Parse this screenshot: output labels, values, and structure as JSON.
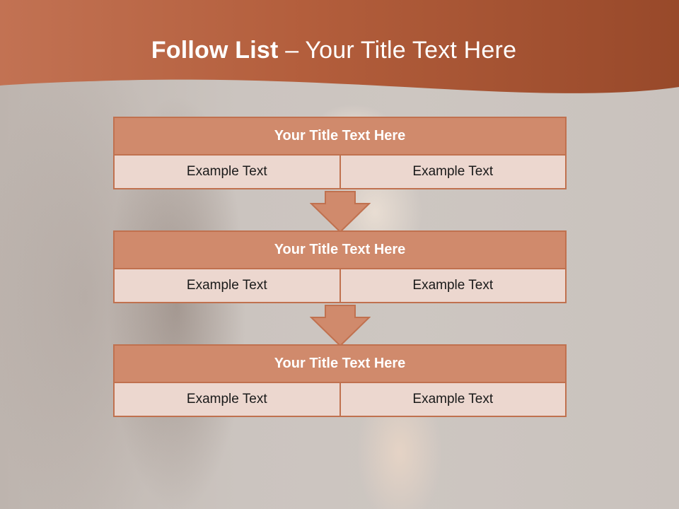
{
  "slide": {
    "title_bold": "Follow List",
    "title_rest": " – Your Title Text Here",
    "accent_color": "#c0714f"
  },
  "blocks": [
    {
      "title": "Your Title Text Here",
      "cells": [
        "Example Text",
        "Example Text"
      ]
    },
    {
      "title": "Your Title Text Here",
      "cells": [
        "Example Text",
        "Example Text"
      ]
    },
    {
      "title": "Your Title Text Here",
      "cells": [
        "Example Text",
        "Example Text"
      ]
    }
  ]
}
